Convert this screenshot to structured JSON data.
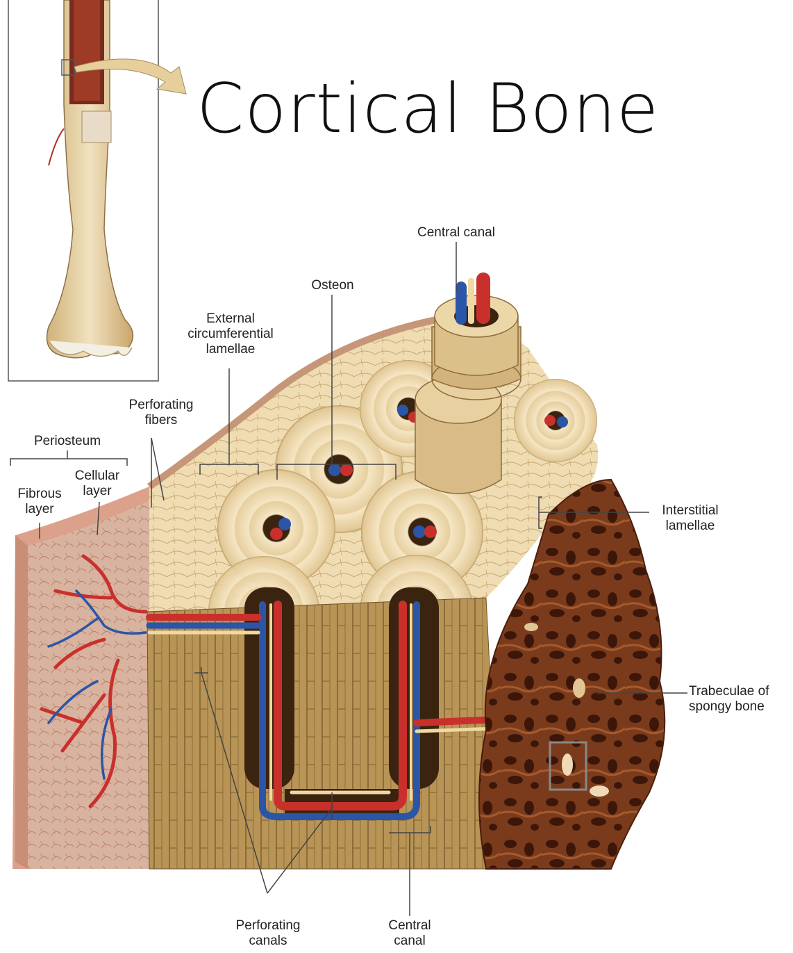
{
  "slide": {
    "title": "Cortical Bone"
  },
  "labels": {
    "central_canal_top": "Central canal",
    "osteon": "Osteon",
    "external_circumferential_lamellae": [
      "External",
      "circumferential",
      "lamellae"
    ],
    "perforating_fibers": [
      "Perforating",
      "fibers"
    ],
    "periosteum": "Periosteum",
    "cellular_layer": [
      "Cellular",
      "layer"
    ],
    "fibrous_layer": [
      "Fibrous",
      "layer"
    ],
    "interstitial_lamellae": [
      "Interstitial",
      "lamellae"
    ],
    "trabeculae_of_spongy_bone": [
      "Trabeculae of",
      "spongy bone"
    ],
    "perforating_canals": [
      "Perforating",
      "canals"
    ],
    "central_canal_bottom": [
      "Central",
      "canal"
    ]
  },
  "colors": {
    "bone_light": "#f1e2bf",
    "bone_mid": "#dcc38f",
    "bone_dark": "#8a6a3a",
    "periosteum": "#d9a58d",
    "artery": "#c9302c",
    "vein": "#2b55a6",
    "nerve": "#f0d9a0",
    "spongy_bone": "#6b3318"
  }
}
